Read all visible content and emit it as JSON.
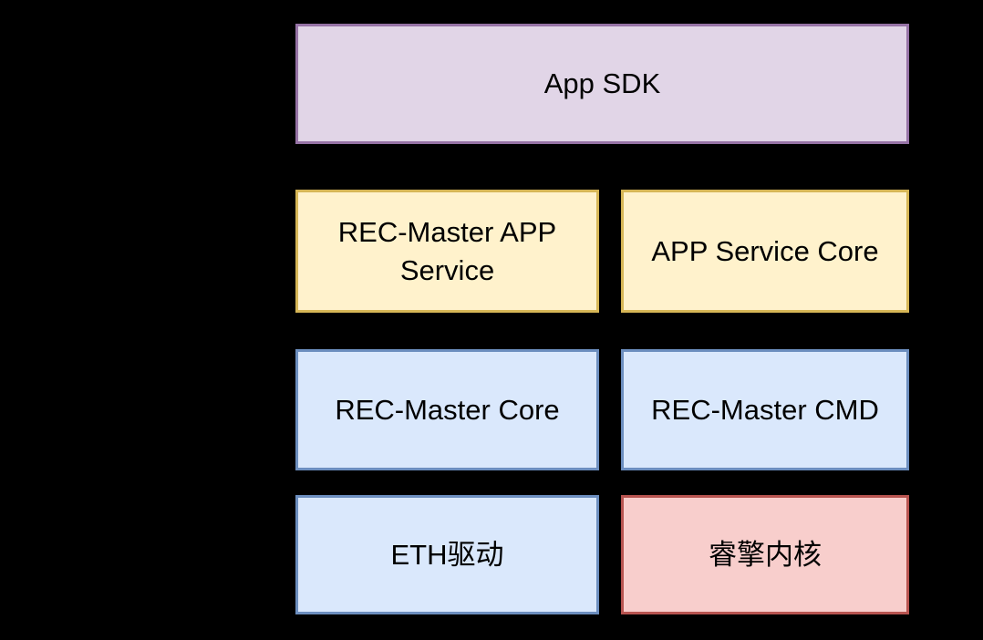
{
  "diagram": {
    "background_color": "#000000",
    "text_color": "#000000",
    "boxes": [
      {
        "id": "app-sdk",
        "label": "App SDK",
        "fill": "#E1D5E7",
        "border": "#9673A6"
      },
      {
        "id": "rec-master-app-service",
        "label": "REC-Master APP Service",
        "fill": "#FFF2CC",
        "border": "#D6B656"
      },
      {
        "id": "app-service-core",
        "label": "APP Service Core",
        "fill": "#FFF2CC",
        "border": "#D6B656"
      },
      {
        "id": "rec-master-core",
        "label": "REC-Master Core",
        "fill": "#DAE8FC",
        "border": "#6C8EBF"
      },
      {
        "id": "rec-master-cmd",
        "label": "REC-Master CMD",
        "fill": "#DAE8FC",
        "border": "#6C8EBF"
      },
      {
        "id": "eth-driver",
        "label": "ETH驱动",
        "fill": "#DAE8FC",
        "border": "#6C8EBF"
      },
      {
        "id": "ruiqin-kernel",
        "label": "睿擎内核",
        "fill": "#F8CECC",
        "border": "#B85450"
      }
    ]
  }
}
